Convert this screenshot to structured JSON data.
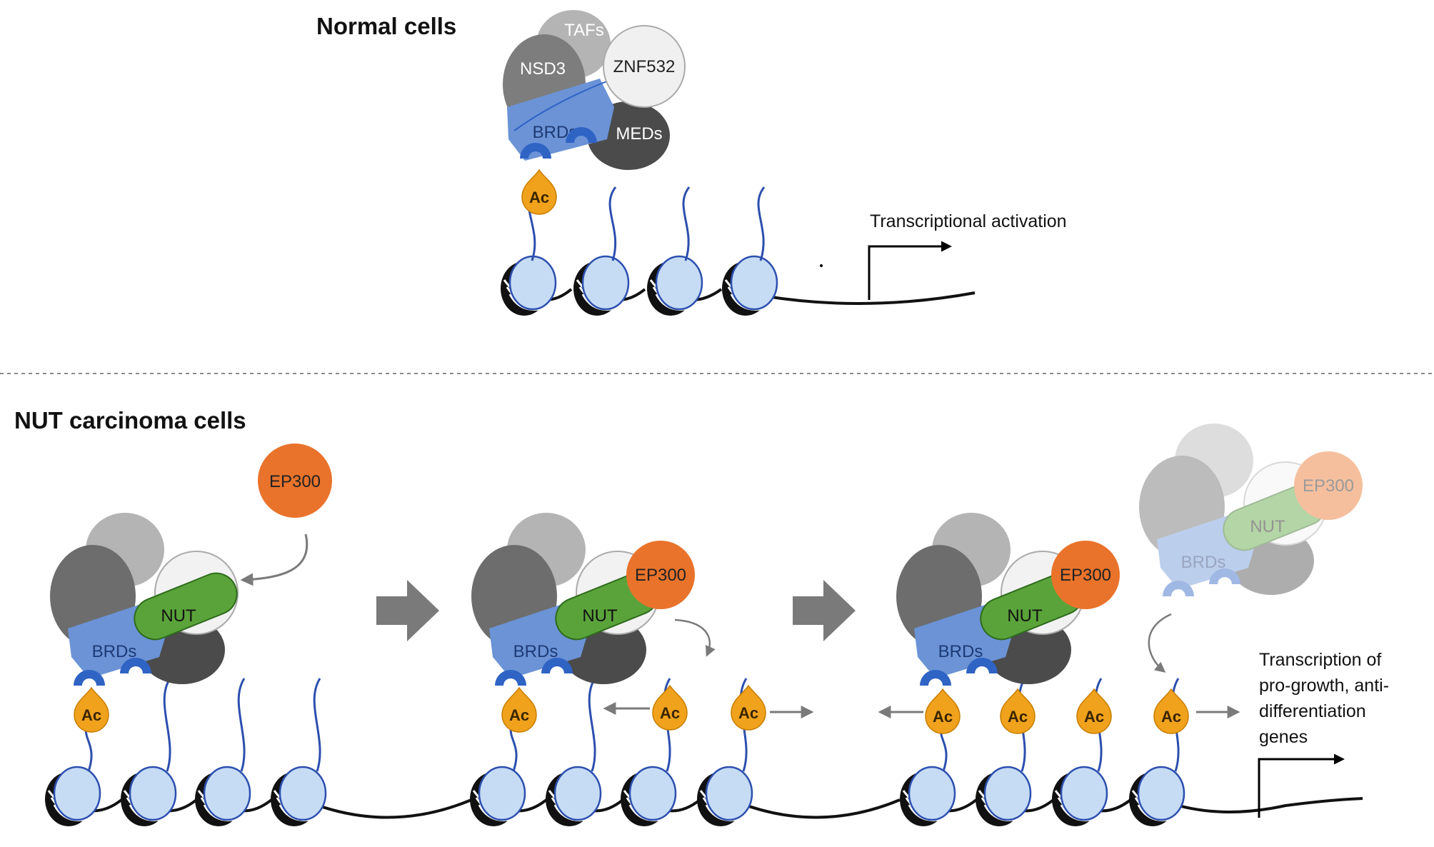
{
  "sections": {
    "normal_title": "Normal cells",
    "nut_title": "NUT carcinoma cells"
  },
  "annotations": {
    "transcriptional_activation": "Transcriptional activation",
    "transcription_lines": [
      "Transcription of",
      "pro-growth, anti-",
      "differentiation",
      "genes"
    ]
  },
  "proteins": {
    "tafs": "TAFs",
    "nsd3": "NSD3",
    "znf532": "ZNF532",
    "brds": "BRDs",
    "meds": "MEDs",
    "nut": "NUT",
    "ep300": "EP300",
    "ac": "Ac"
  },
  "colors": {
    "nucleosome_fill": "#c6dcf5",
    "dna": "#2c4fae",
    "brd_blue": "#6b93d6",
    "reader_blue": "#2f63c4",
    "nut_green": "#5aa33a",
    "ep300_orange": "#e9732b",
    "ac_yellow": "#f0a21c",
    "arrow_gray": "#7a7a7a"
  }
}
